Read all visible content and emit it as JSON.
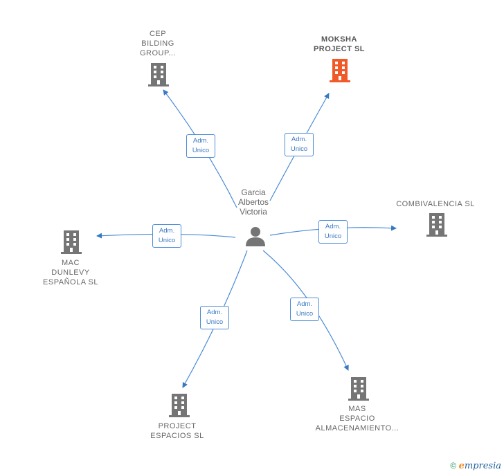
{
  "center": {
    "name": "Garcia\nAlbertos\nVictoria",
    "icon": "person-icon"
  },
  "companies": [
    {
      "id": "cep",
      "label": "CEP\nBILDING\nGROUP...",
      "highlight": false,
      "icon": "building-icon"
    },
    {
      "id": "moksha",
      "label": "MOKSHA\nPROJECT  SL",
      "highlight": true,
      "icon": "building-icon"
    },
    {
      "id": "combivalencia",
      "label": "COMBIVALENCIA SL",
      "highlight": false,
      "icon": "building-icon"
    },
    {
      "id": "mac",
      "label": "MAC\nDUNLEVY\nESPAÑOLA SL",
      "highlight": false,
      "icon": "building-icon"
    },
    {
      "id": "project",
      "label": "PROJECT\nESPACIOS  SL",
      "highlight": false,
      "icon": "building-icon"
    },
    {
      "id": "mas",
      "label": "MAS\nESPACIO\nALMACENAMIENTO...",
      "highlight": false,
      "icon": "building-icon"
    }
  ],
  "edges": [
    {
      "to": "cep",
      "line1": "Adm.",
      "line2": "Unico"
    },
    {
      "to": "moksha",
      "line1": "Adm.",
      "line2": "Unico"
    },
    {
      "to": "combivalencia",
      "line1": "Adm.",
      "line2": "Unico"
    },
    {
      "to": "mac",
      "line1": "Adm.",
      "line2": "Unico"
    },
    {
      "to": "project",
      "line1": "Adm.",
      "line2": "Unico"
    },
    {
      "to": "mas",
      "line1": "Adm.",
      "line2": "Unico"
    }
  ],
  "colors": {
    "edge": "#4a8bd6",
    "building": "#757575",
    "highlight": "#f05a28"
  },
  "footer": {
    "copyright": "©",
    "brand_initial": "e",
    "brand_rest": "mpresia"
  }
}
